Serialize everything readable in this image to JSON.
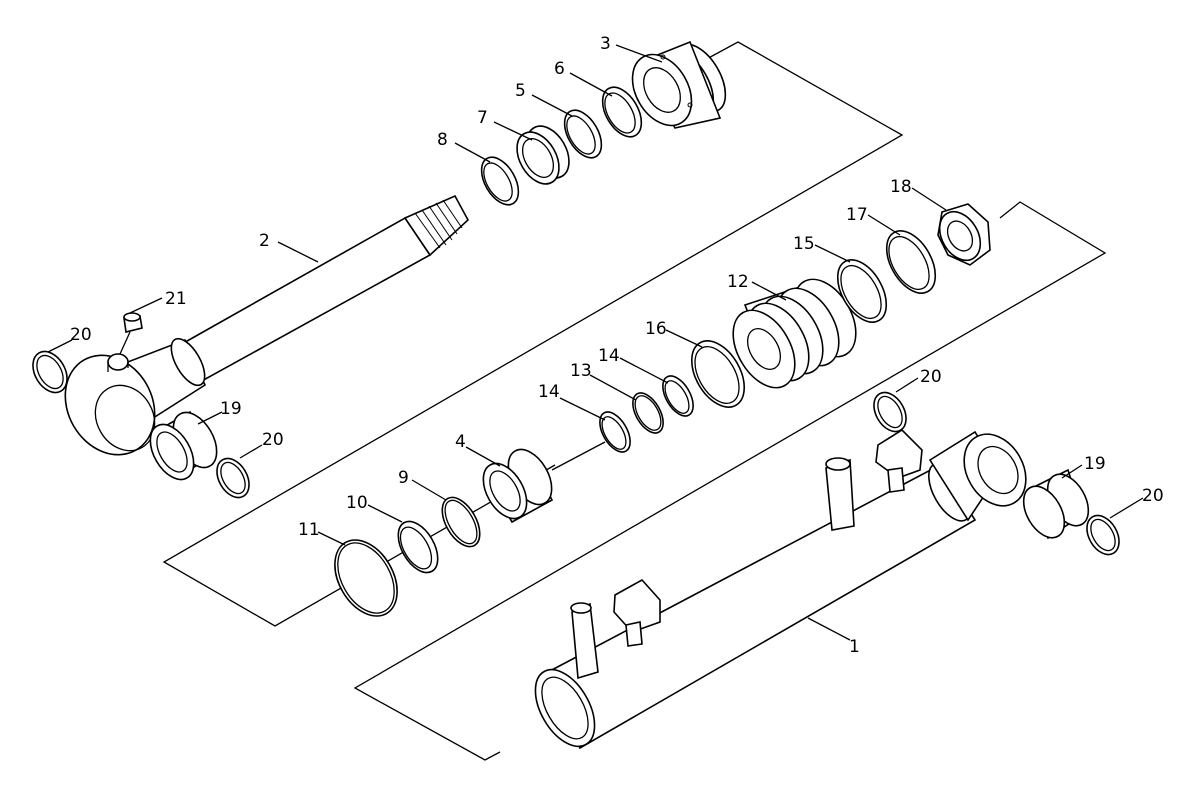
{
  "callouts": {
    "c1": "1",
    "c2": "2",
    "c3": "3",
    "c4": "4",
    "c5": "5",
    "c6": "6",
    "c7": "7",
    "c8": "8",
    "c9": "9",
    "c10": "10",
    "c11": "11",
    "c12": "12",
    "c13": "13",
    "c14a": "14",
    "c14b": "14",
    "c15": "15",
    "c16": "16",
    "c17": "17",
    "c18": "18",
    "c19a": "19",
    "c19b": "19",
    "c20a": "20",
    "c20b": "20",
    "c20c": "20",
    "c20d": "20",
    "c21": "21"
  }
}
